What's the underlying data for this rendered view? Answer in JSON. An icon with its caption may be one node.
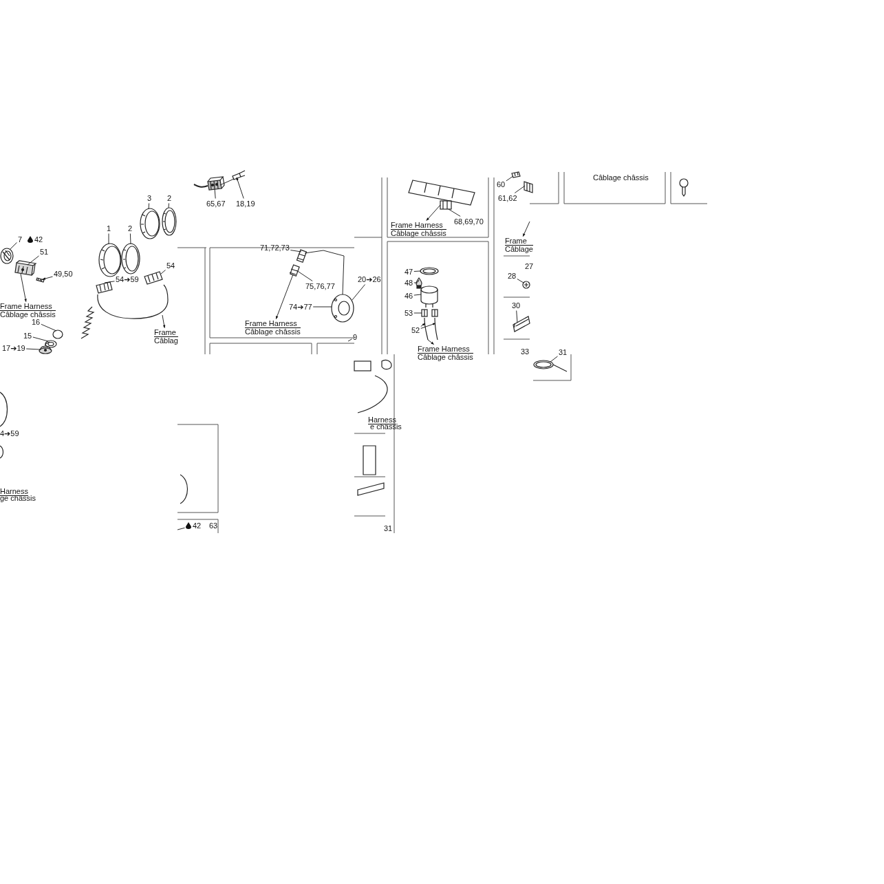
{
  "diagram": {
    "nodes": [
      {
        "text": [
          "7"
        ]
      },
      {
        "text": [
          "51"
        ]
      },
      {
        "text": [
          "49,50"
        ]
      },
      {
        "text": [
          "Frame Harness",
          "Câblage châssis"
        ]
      },
      {
        "text": [
          "1"
        ]
      },
      {
        "text": [
          "2"
        ]
      },
      {
        "text": [
          "3"
        ]
      },
      {
        "text": [
          "2"
        ]
      },
      {
        "text": [
          "54"
        ]
      },
      {
        "text": [
          "54➔59"
        ]
      },
      {
        "text": [
          "Frame",
          "Câblag"
        ]
      },
      {
        "text": [
          "16"
        ]
      },
      {
        "text": [
          "15"
        ]
      },
      {
        "text": [
          "17➔19"
        ]
      },
      {
        "text": [
          "65,67"
        ]
      },
      {
        "text": [
          "18,19"
        ]
      },
      {
        "text": [
          "71,72,73"
        ]
      },
      {
        "text": [
          "75,76,77"
        ]
      },
      {
        "text": [
          "74➔77"
        ]
      },
      {
        "text": [
          "Frame Harness",
          "Câblage châssis"
        ]
      },
      {
        "text": [
          "20➔26"
        ]
      },
      {
        "text": [
          "9"
        ]
      },
      {
        "text": [
          "68,69,70"
        ]
      },
      {
        "text": [
          "Frame Harness",
          "Câblage châssis"
        ]
      },
      {
        "text": [
          "47"
        ]
      },
      {
        "text": [
          "48"
        ]
      },
      {
        "text": [
          "46"
        ]
      },
      {
        "text": [
          "53"
        ]
      },
      {
        "text": [
          "52"
        ]
      },
      {
        "text": [
          "Frame Harness",
          "Câblage châssis"
        ]
      },
      {
        "text": [
          "60"
        ]
      },
      {
        "text": [
          "61,62"
        ]
      },
      {
        "text": [
          "Frame",
          "Câblage"
        ]
      },
      {
        "text": [
          "28"
        ]
      },
      {
        "text": [
          "30"
        ]
      },
      {
        "text": [
          "31"
        ]
      },
      {
        "text": [
          "42"
        ]
      },
      {
        "text": [],
        "shape": "picture"
      },
      {
        "text": [],
        "shape": "picture"
      },
      {
        "text": [],
        "shape": "picture"
      },
      {
        "text": [],
        "shape": "picture"
      },
      {
        "text": [],
        "shape": "picture"
      },
      {
        "text": [],
        "shape": "picture"
      },
      {
        "text": [],
        "shape": "picture"
      },
      {
        "text": [],
        "shape": "picture"
      },
      {
        "text": [],
        "shape": "picture"
      },
      {
        "text": [],
        "shape": "picture"
      },
      {
        "text": [],
        "shape": "picture"
      },
      {
        "text": [],
        "shape": "picture"
      },
      {
        "text": [],
        "shape": "picture"
      },
      {
        "text": [],
        "shape": "picture"
      },
      {
        "text": [],
        "shape": "picture"
      },
      {
        "text": [],
        "shape": "picture"
      },
      {
        "text": [],
        "shape": "picture"
      },
      {
        "text": [],
        "shape": "picture"
      },
      {
        "text": [],
        "shape": "picture"
      },
      {
        "text": [],
        "shape": "picture"
      },
      {
        "text": [],
        "shape": "picture"
      },
      {
        "text": [],
        "shape": "picture"
      },
      {
        "text": [],
        "shape": "picture"
      },
      {
        "text": [],
        "shape": "picture"
      },
      {
        "text": [],
        "shape": "picture"
      },
      {
        "text": [],
        "shape": "picture"
      },
      {
        "text": [],
        "shape": "picture"
      },
      {
        "text": [],
        "shape": "picture"
      },
      {
        "text": [],
        "shape": "picture"
      }
    ],
    "edges": [
      {
        "from": 0,
        "to": 37,
        "arrow": "none"
      },
      {
        "from": 1,
        "to": 38,
        "arrow": "none"
      },
      {
        "from": 2,
        "to": 39,
        "arrow": "to"
      },
      {
        "from": 38,
        "to": 3,
        "arrow": "to"
      },
      {
        "from": 4,
        "to": 40,
        "arrow": "none"
      },
      {
        "from": 5,
        "to": 41,
        "arrow": "none"
      },
      {
        "from": 6,
        "to": 42,
        "arrow": "none"
      },
      {
        "from": 7,
        "to": 43,
        "arrow": "none"
      },
      {
        "from": 8,
        "to": 44,
        "arrow": "none"
      },
      {
        "from": 9,
        "to": 45,
        "arrow": "none"
      },
      {
        "from": 46,
        "to": 10,
        "arrow": "to"
      },
      {
        "from": 11,
        "to": 47,
        "arrow": "none"
      },
      {
        "from": 12,
        "to": 48,
        "arrow": "none"
      },
      {
        "from": 13,
        "to": 49,
        "arrow": "none"
      },
      {
        "from": 14,
        "to": 50,
        "arrow": "none"
      },
      {
        "from": 15,
        "to": 51,
        "arrow": "to"
      },
      {
        "from": 16,
        "to": 52,
        "arrow": "none"
      },
      {
        "from": 17,
        "to": 53,
        "arrow": "none"
      },
      {
        "from": 18,
        "to": 54,
        "arrow": "none"
      },
      {
        "from": 53,
        "to": 19,
        "arrow": "to"
      },
      {
        "from": 20,
        "to": 54,
        "arrow": "none"
      },
      {
        "from": 21,
        "to": null,
        "arrow": "none"
      },
      {
        "from": 22,
        "to": 55,
        "arrow": "none"
      },
      {
        "from": 55,
        "to": 23,
        "arrow": "to"
      },
      {
        "from": 24,
        "to": 56,
        "arrow": "none"
      },
      {
        "from": 25,
        "to": 57,
        "arrow": "none"
      },
      {
        "from": 26,
        "to": 58,
        "arrow": "none"
      },
      {
        "from": 27,
        "to": 59,
        "arrow": "none"
      },
      {
        "from": 28,
        "to": 60,
        "arrow": "to"
      },
      {
        "from": 28,
        "to": 60,
        "arrow": "to"
      },
      {
        "from": 60,
        "to": 29,
        "arrow": "to"
      },
      {
        "from": 30,
        "to": 61,
        "arrow": "none"
      },
      {
        "from": 31,
        "to": 62,
        "arrow": "none"
      },
      {
        "from": null,
        "to": 32,
        "arrow": "to"
      },
      {
        "from": 33,
        "to": 63,
        "arrow": "none"
      },
      {
        "from": 34,
        "to": 64,
        "arrow": "none"
      },
      {
        "from": 35,
        "to": 65,
        "arrow": "none"
      },
      {
        "from": 36,
        "to": null,
        "arrow": "none"
      },
      {
        "from": 52,
        "to": 54,
        "arrow": "none"
      },
      {
        "from": 50,
        "to": 51,
        "arrow": "none"
      }
    ],
    "labels": [
      "Câblage châssis",
      "42",
      "27",
      "33",
      "Harness",
      "e châssis",
      "4➔59",
      "Harness",
      "ge châssis",
      "63",
      "31"
    ]
  }
}
